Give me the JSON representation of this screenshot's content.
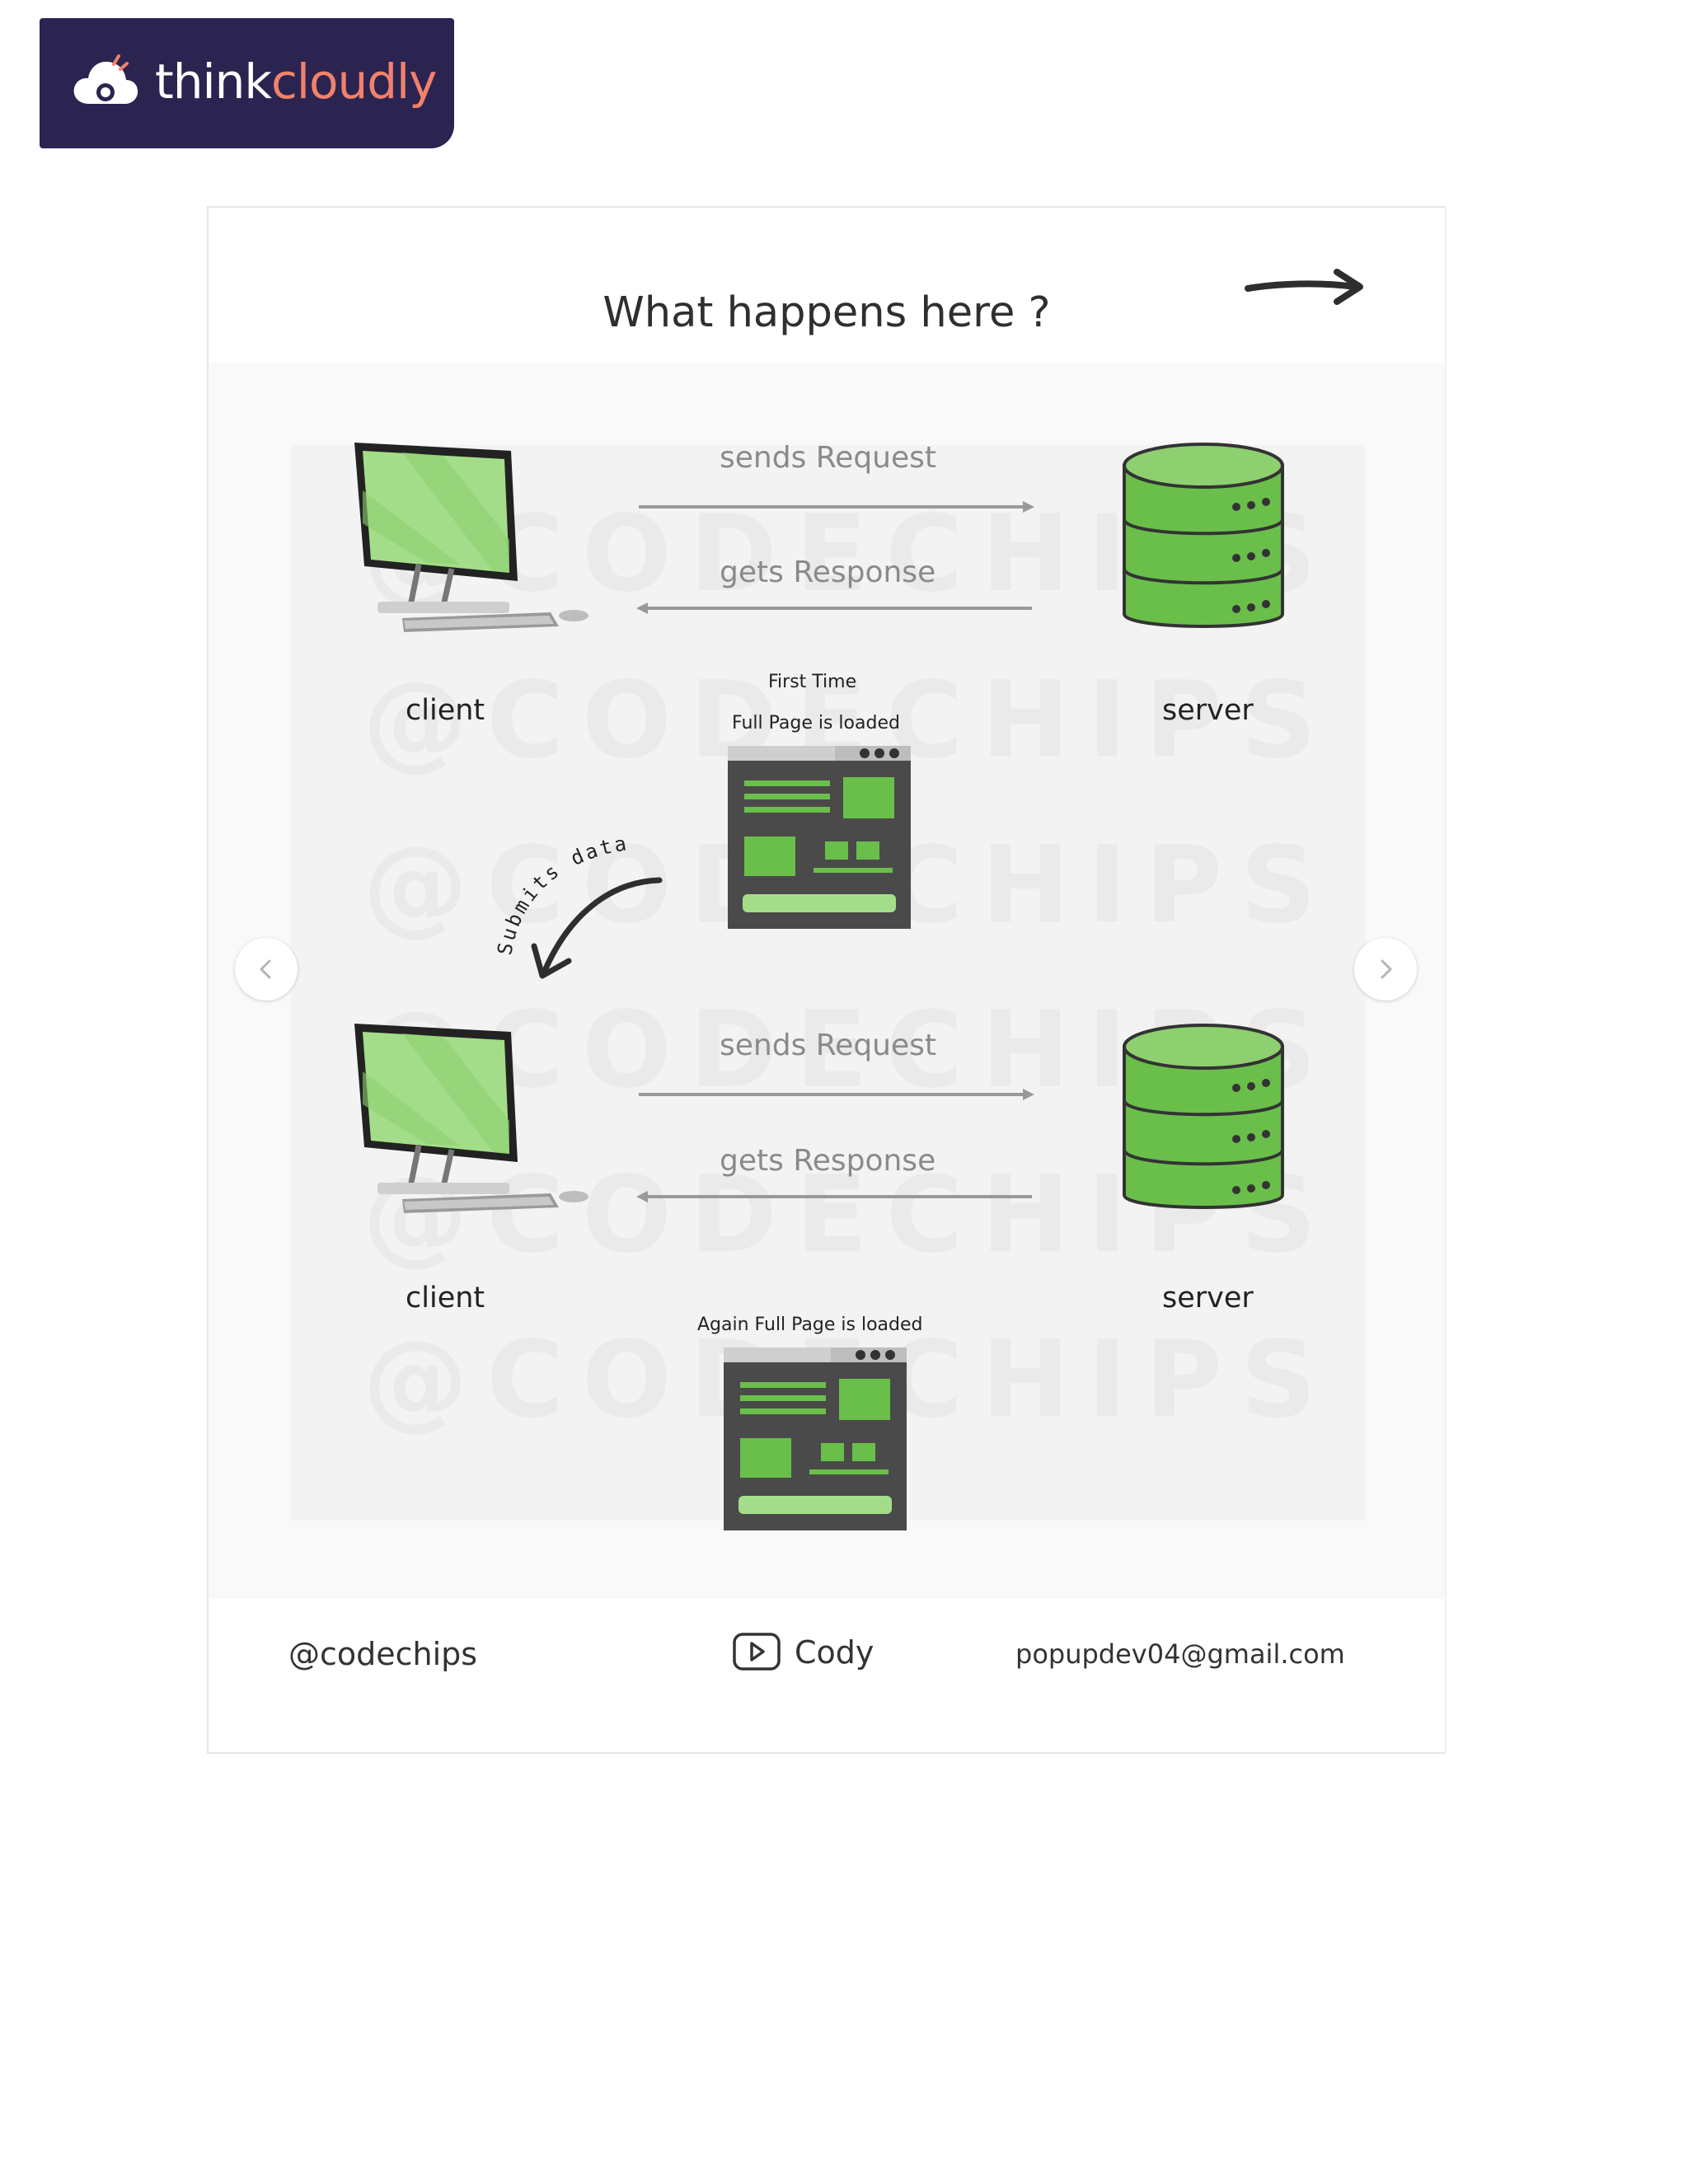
{
  "brand": {
    "name_part1": "think",
    "name_part2": "cloudly",
    "bg_color": "#2b2451",
    "accent_color": "#f2826b"
  },
  "diagram": {
    "title": "What happens here ?",
    "watermark": "@CODECHIPS",
    "top_flow": {
      "client_label": "client",
      "server_label": "server",
      "request_label": "sends Request",
      "response_label": "gets Response",
      "caption_line1": "First Time",
      "caption_line2": "Full Page is loaded"
    },
    "submit_label": "Submits data",
    "bottom_flow": {
      "client_label": "client",
      "server_label": "server",
      "request_label": "sends Request",
      "response_label": "gets Response",
      "caption": "Again Full Page is loaded"
    },
    "colors": {
      "green": "#6abf4b",
      "light_green": "#a4dd8a",
      "dark": "#4a4a4a"
    }
  },
  "footer": {
    "handle": "@codechips",
    "channel": "Cody",
    "email": "popupdev04@gmail.com"
  },
  "nav": {
    "prev_icon": "chevron-left-icon",
    "next_icon": "chevron-right-icon"
  }
}
